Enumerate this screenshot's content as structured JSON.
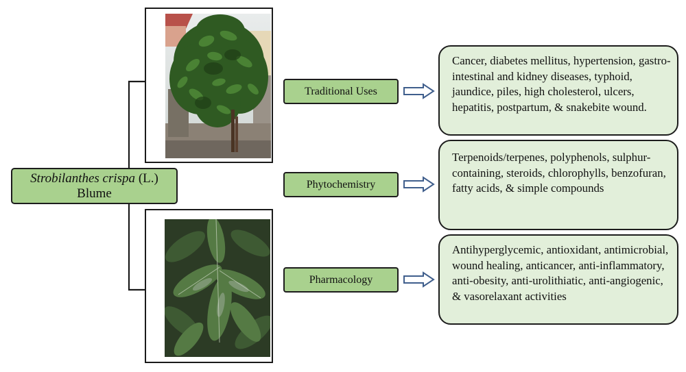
{
  "species": {
    "genus_species": "Strobilanthes crispa",
    "authority": "(L.) Blume"
  },
  "categories": [
    {
      "label": "Traditional Uses",
      "details": "Cancer, diabetes mellitus, hypertension, gastro-intestinal and kidney diseases, typhoid, jaundice, piles, high cholesterol, ulcers, hepatitis, postpartum, & snakebite wound."
    },
    {
      "label": "Phytochemistry",
      "details": "Terpenoids/terpenes, polyphenols, sulphur-containing, steroids, chlorophylls, benzofuran, fatty acids, & simple compounds"
    },
    {
      "label": "Pharmacology",
      "details": "Antihyperglycemic, antioxidant, antimicrobial, wound healing, anticancer, anti-inflammatory, anti-obesity, anti-urolithiatic, anti-angiogenic, & vasorelaxant activities"
    }
  ],
  "colors": {
    "category_fill": "#a9d18e",
    "detail_fill": "#e2efda",
    "arrow_stroke": "#3f5e8c",
    "outline": "#1c1c1c"
  }
}
